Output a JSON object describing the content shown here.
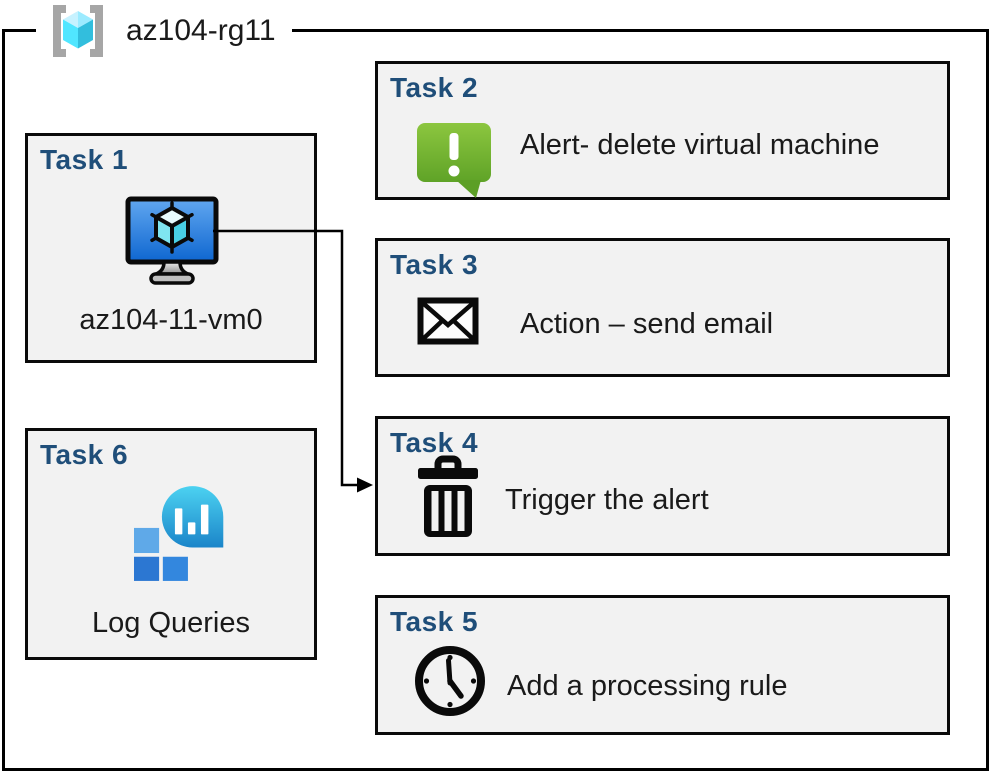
{
  "diagram": {
    "resource_group": {
      "label": "az104-rg11",
      "icon": "resource-group-icon"
    },
    "tasks": [
      {
        "id": "task-1",
        "title": "Task 1",
        "label": "az104-11-vm0",
        "icon": "virtual-machine-icon"
      },
      {
        "id": "task-2",
        "title": "Task 2",
        "label": "Alert- delete virtual machine",
        "icon": "alert-message-icon"
      },
      {
        "id": "task-3",
        "title": "Task 3",
        "label": "Action – send email",
        "icon": "email-envelope-icon"
      },
      {
        "id": "task-4",
        "title": "Task 4",
        "label": "Trigger the alert",
        "icon": "trash-delete-icon"
      },
      {
        "id": "task-5",
        "title": "Task 5",
        "label": "Add a processing rule",
        "icon": "clock-icon"
      },
      {
        "id": "task-6",
        "title": "Task 6",
        "label": "Log Queries",
        "icon": "log-analytics-icon"
      }
    ],
    "connector": {
      "from": "task-1",
      "to": "task-4",
      "type": "elbow-arrow"
    },
    "colors": {
      "task_title_blue": "#1F4E79",
      "box_fill_gray": "#F2F2F2",
      "box_border": "#000000",
      "body_text": "#1A1A1A",
      "alert_green_top": "#8CC63F",
      "alert_green_bottom": "#5FA327",
      "vm_screen_blue_top": "#61A7F0",
      "vm_screen_blue_bottom": "#0E66D0",
      "cube_cyan_light": "#50E6FF",
      "cube_cyan_dark": "#32BEDD",
      "log_teal_top": "#4CD2F1",
      "log_teal_bottom": "#1B85C9",
      "log_square_light": "#5FA9E8",
      "log_square_dark": "#2C77D2",
      "rg_bracket_gray": "#A6A6A6"
    }
  }
}
